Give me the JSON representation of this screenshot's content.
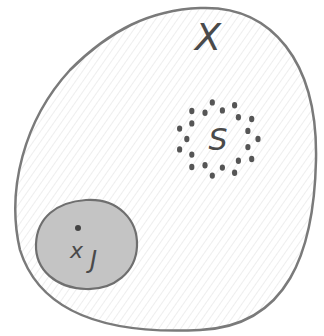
{
  "diagram": {
    "nodes": [
      {
        "text": [
          "X"
        ]
      },
      {
        "text": [
          "S"
        ],
        "in": 0
      },
      {
        "text": [
          "x",
          "J"
        ],
        "in": 0
      }
    ]
  }
}
